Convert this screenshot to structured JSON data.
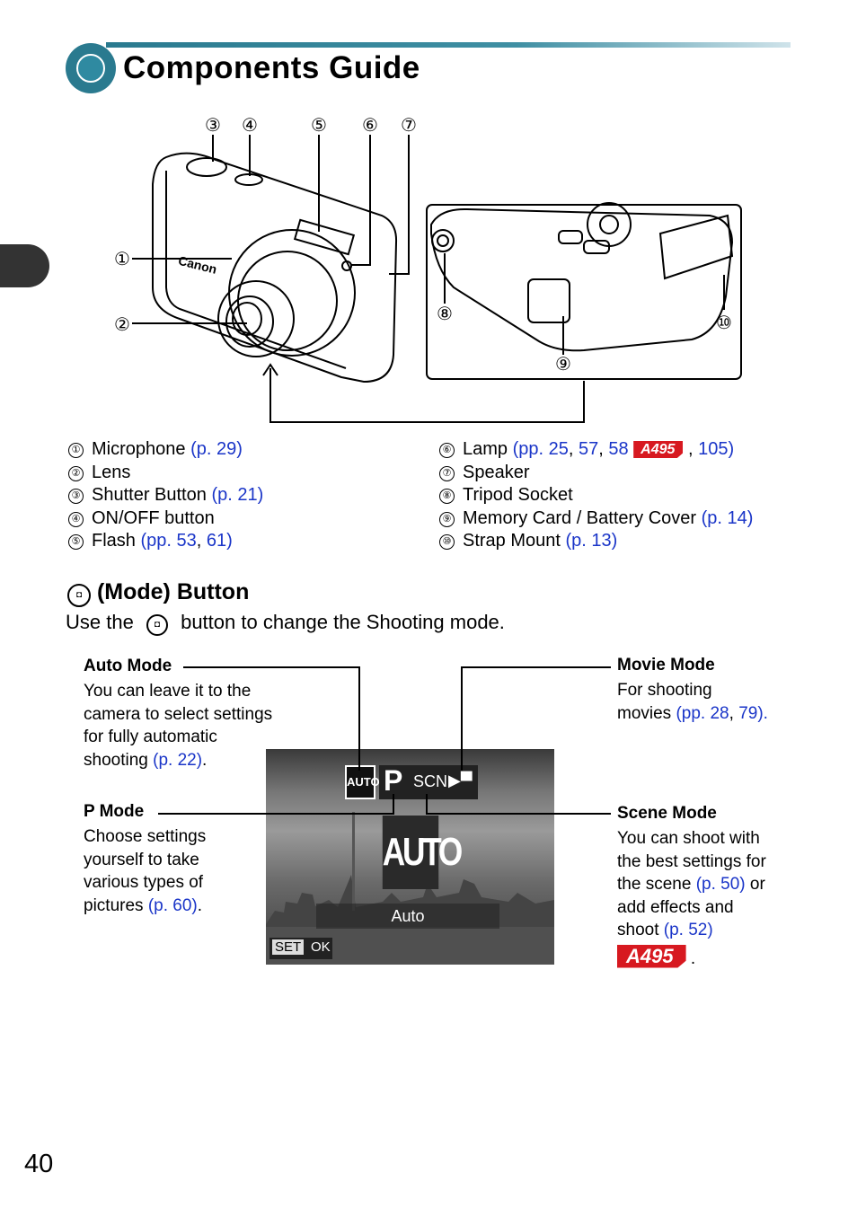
{
  "header": {
    "title": "Components Guide"
  },
  "camera_callouts": [
    "③",
    "④",
    "⑤",
    "⑥",
    "⑦",
    "①",
    "②",
    "⑧",
    "⑨",
    "⑩"
  ],
  "camera_brand": "Canon",
  "components": {
    "left": [
      {
        "num": "①",
        "name": "Microphone",
        "ref": "(p. 29)"
      },
      {
        "num": "②",
        "name": "Lens"
      },
      {
        "num": "③",
        "name": "Shutter Button",
        "ref": "(p. 21)"
      },
      {
        "num": "④",
        "name": "ON/OFF button"
      },
      {
        "num": "⑤",
        "name": "Flash",
        "ref_open": "(pp. 53",
        "ref_sep": ", ",
        "ref_close": "61)"
      }
    ],
    "right": [
      {
        "num": "⑥",
        "name": "Lamp",
        "ref_a": "(pp. 25",
        "ref_b": "57",
        "ref_c": "58",
        "badge": "A495",
        "ref_d": "105)"
      },
      {
        "num": "⑦",
        "name": "Speaker"
      },
      {
        "num": "⑧",
        "name": "Tripod Socket"
      },
      {
        "num": "⑨",
        "name": "Memory Card / Battery Cover",
        "ref": "(p. 14)"
      },
      {
        "num": "⑩",
        "name": "Strap Mount",
        "ref": "(p. 13)"
      }
    ]
  },
  "mode_section": {
    "heading": "(Mode) Button",
    "intro_before": "Use the",
    "intro_after": "button to change the Shooting mode.",
    "auto": {
      "title": "Auto Mode",
      "lines": [
        "You can leave it to the",
        "camera to select settings",
        "for fully automatic"
      ],
      "last": "shooting",
      "ref": "(p. 22)",
      "tail": "."
    },
    "p": {
      "title": "P Mode",
      "lines": [
        "Choose settings",
        "yourself to take",
        "various types of"
      ],
      "last": "pictures",
      "ref": "(p. 60)",
      "tail": "."
    },
    "movie": {
      "title": "Movie Mode",
      "line1": "For shooting",
      "last": "movies",
      "ref_a": "(pp. 28",
      "ref_b": "79)",
      "tail": "."
    },
    "scene": {
      "title": "Scene Mode",
      "lines": [
        "You can shoot with",
        "the best settings for"
      ],
      "line3a": "the scene",
      "ref1": "(p. 50)",
      "line3b": "or",
      "line4": "add effects and",
      "line5a": "shoot",
      "ref2": "(p. 52)",
      "badge": "A495",
      "tail": "."
    }
  },
  "screen": {
    "modes": [
      "AUTO",
      "P",
      "SCN"
    ],
    "big_label": "AUTO",
    "caption": "Auto",
    "set": "SET",
    "ok": "OK"
  },
  "page_number": "40"
}
